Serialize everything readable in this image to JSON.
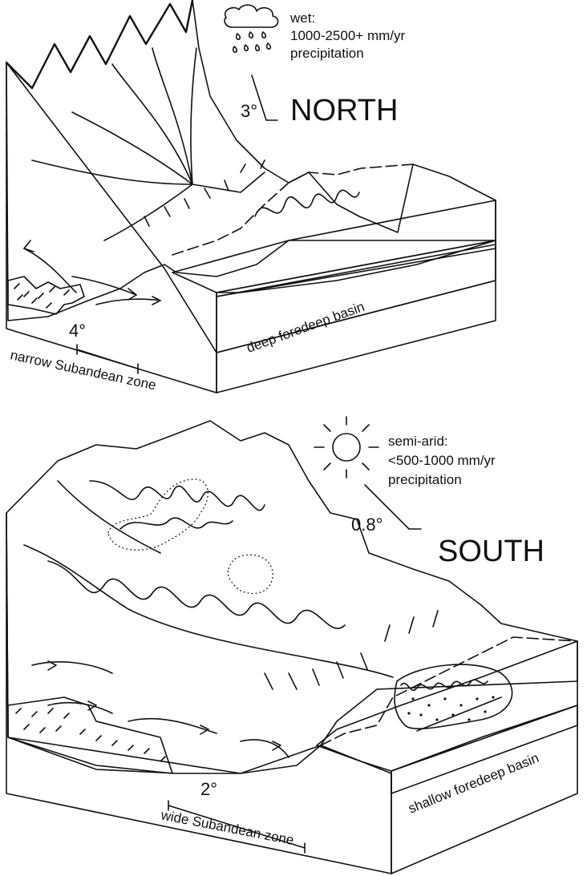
{
  "north": {
    "title": "NORTH",
    "climate_line1": "wet:",
    "climate_line2": "1000-2500+ mm/yr",
    "climate_line3": "precipitation",
    "topo_slope": "3°",
    "basement_slope": "4°",
    "basin_label": "deep foredeep basin",
    "zone_label": "narrow Subandean zone",
    "climate_icon": "rain-cloud-icon"
  },
  "south": {
    "title": "SOUTH",
    "climate_line1": "semi-arid:",
    "climate_line2": "<500-1000 mm/yr",
    "climate_line3": "precipitation",
    "topo_slope": "0.8°",
    "basement_slope": "2°",
    "basin_label": "shallow foredeep basin",
    "zone_label": "wide Subandean zone",
    "climate_icon": "sun-icon"
  },
  "colors": {
    "basin_fill": "#dcdcdc",
    "line": "#111111",
    "background": "#ffffff"
  }
}
